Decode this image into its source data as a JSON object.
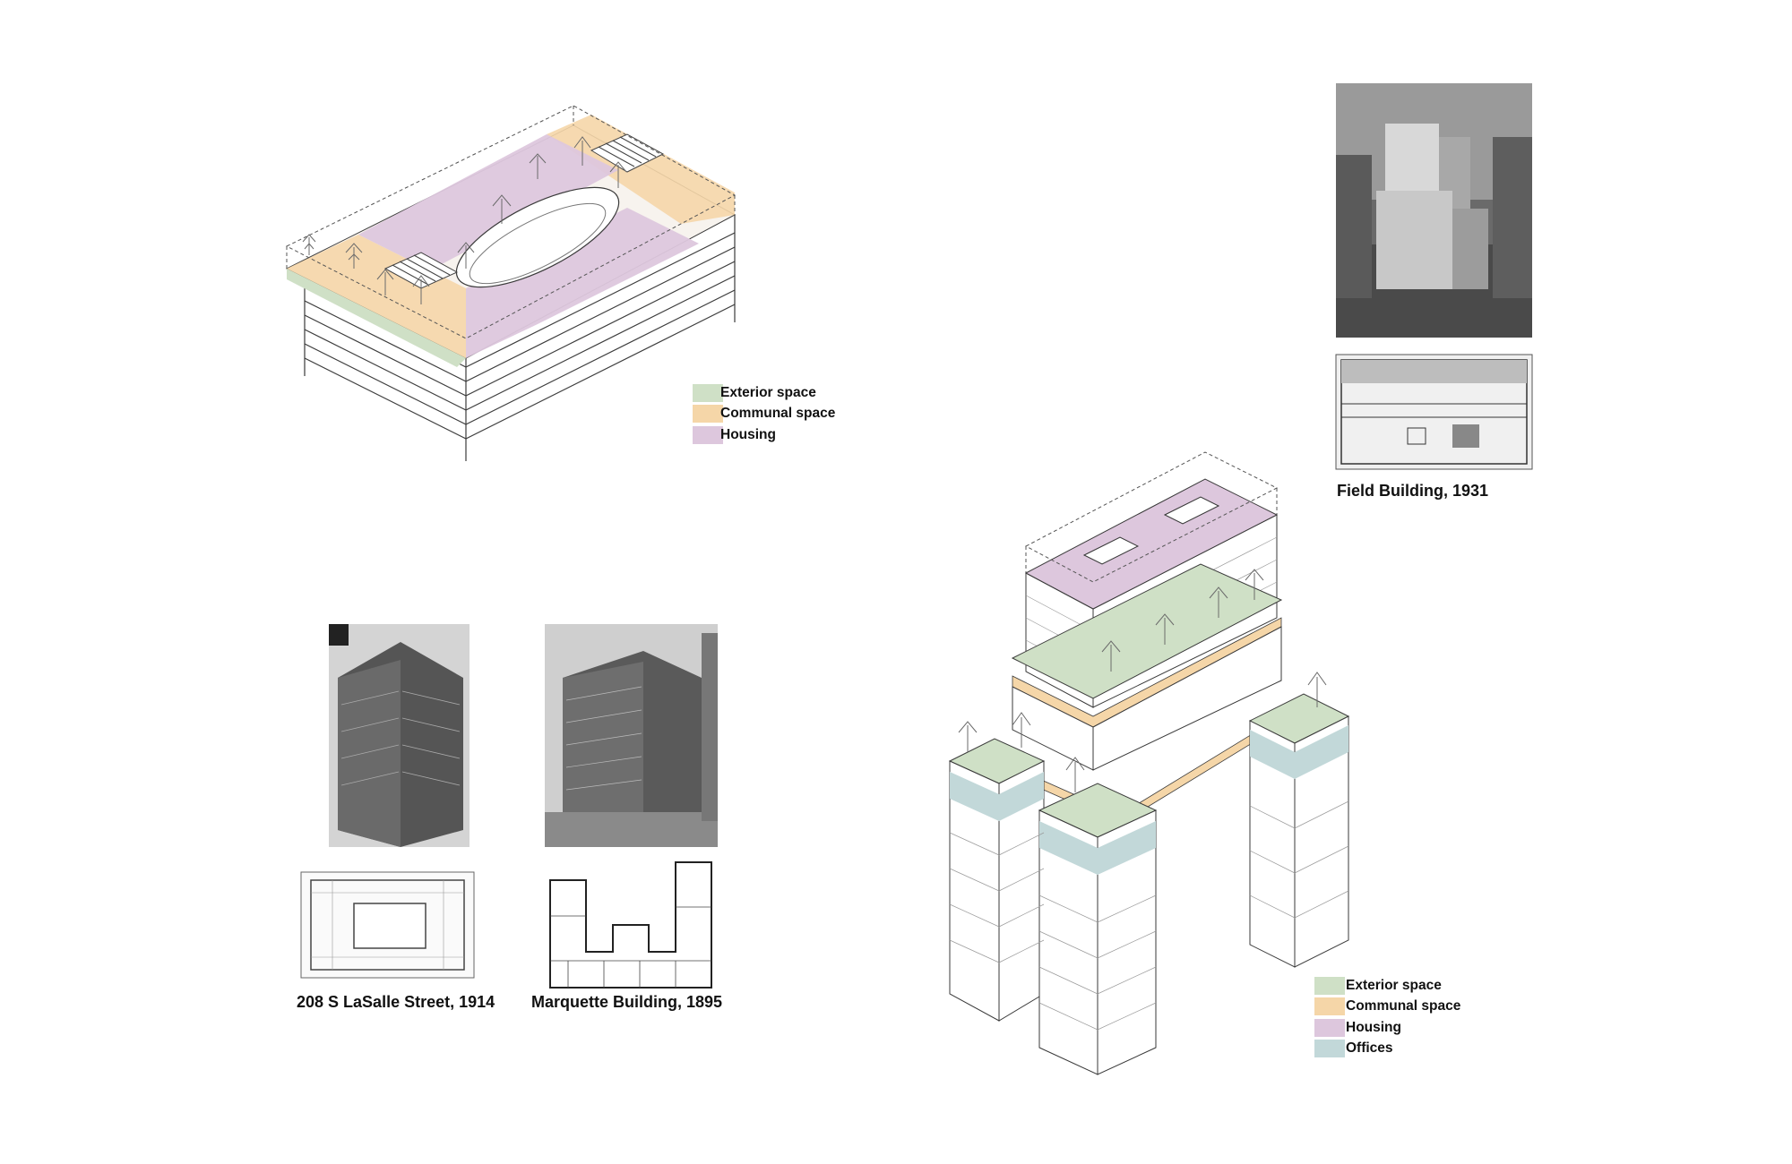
{
  "colors": {
    "exterior": "#cfe0c6",
    "communal": "#f5d6a8",
    "housing": "#ddc7dd",
    "offices": "#c2d8d9",
    "line": "#3a3a3a"
  },
  "legend_a": {
    "items": [
      {
        "key": "exterior",
        "label": "Exterior space"
      },
      {
        "key": "communal",
        "label": "Communal space"
      },
      {
        "key": "housing",
        "label": "Housing"
      }
    ]
  },
  "legend_b": {
    "items": [
      {
        "key": "exterior",
        "label": "Exterior space"
      },
      {
        "key": "communal",
        "label": "Communal space"
      },
      {
        "key": "housing",
        "label": "Housing"
      },
      {
        "key": "offices",
        "label": "Offices"
      }
    ]
  },
  "captions": {
    "field": "Field Building, 1931",
    "lasalle": "208 S LaSalle Street, 1914",
    "marquette": "Marquette Building, 1895"
  }
}
